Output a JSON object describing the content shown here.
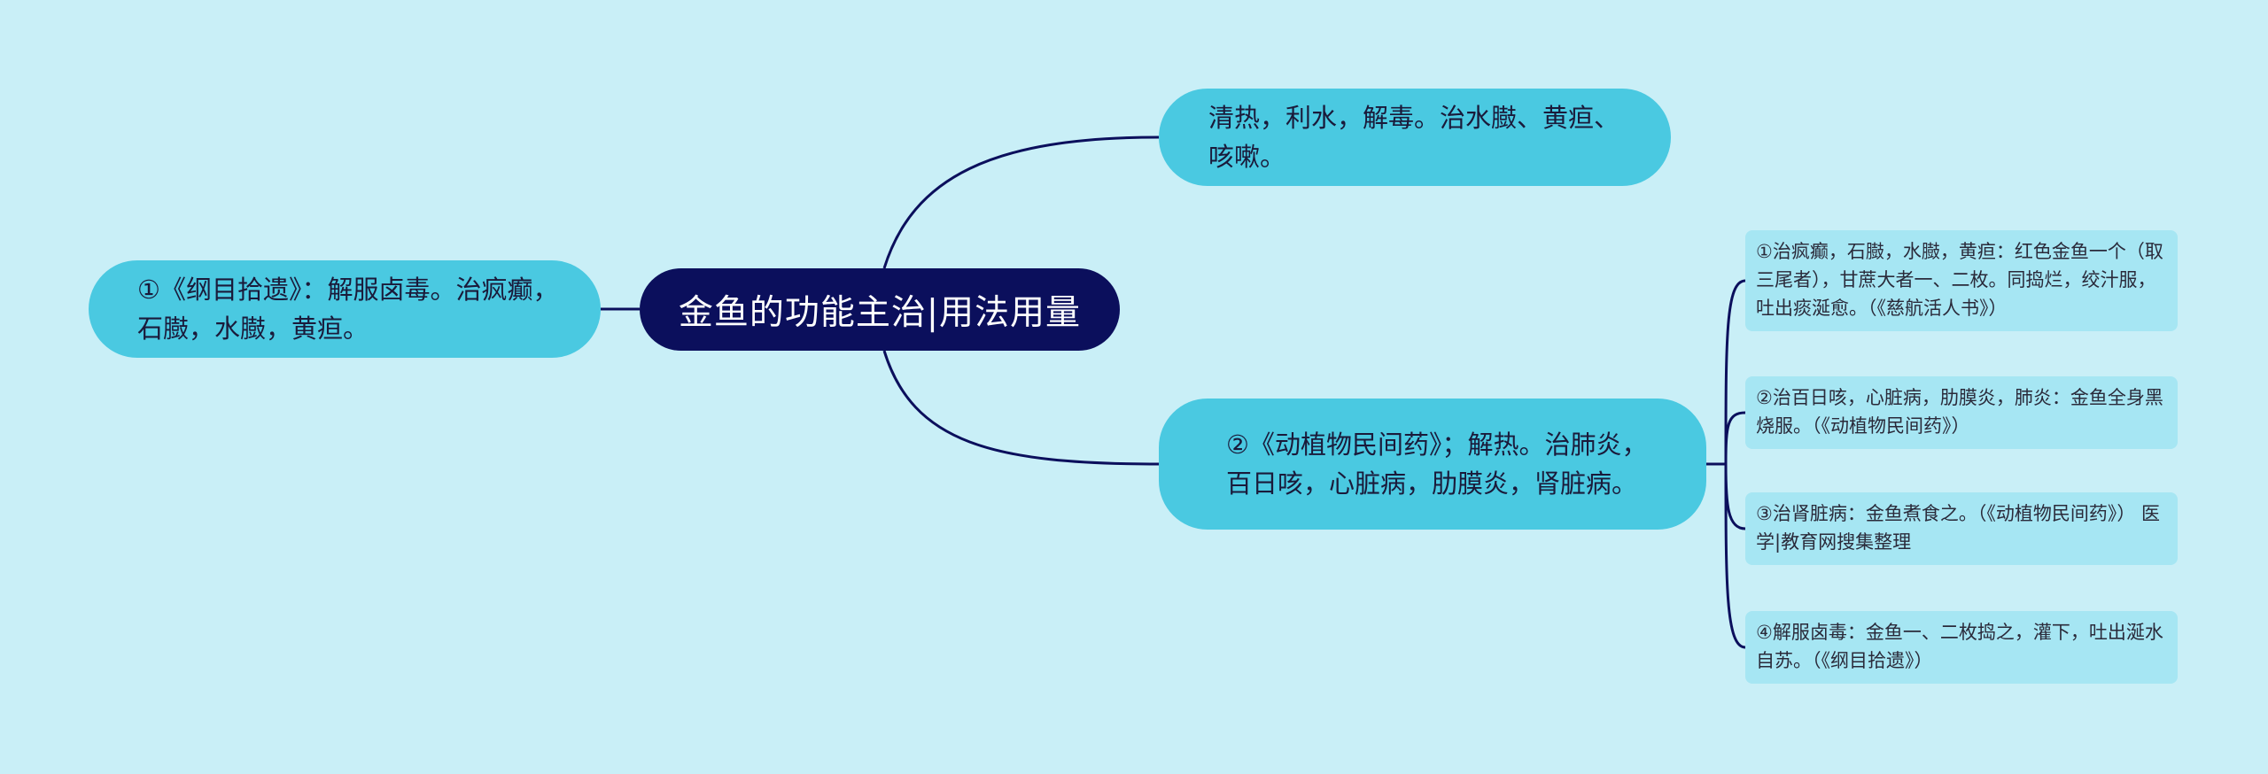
{
  "root": {
    "title": "金鱼的功能主治|用法用量"
  },
  "branches": {
    "left": "①《纲目拾遗》：解服卤毒。治疯癫，石臌，水臌，黄疸。",
    "top": "清热，利水，解毒。治水臌、黄疸、咳嗽。",
    "bottom": "②《动植物民间药》；解热。治肺炎，百日咳，心脏病，肋膜炎，肾脏病。"
  },
  "leaves": [
    "①治疯癫，石臌，水臌，黄疸：红色金鱼一个（取三尾者），甘蔗大者一、二枚。同捣烂，绞汁服，吐出痰涎愈。（《慈航活人书》）",
    "②治百日咳，心脏病，肋膜炎，肺炎：金鱼全身黑烧服。（《动植物民间药》）",
    "③治肾脏病：金鱼煮食之。（《动植物民间药》） 医学|教育网搜集整理",
    "④解服卤毒：金鱼一、二枚捣之，灌下，吐出涎水自苏。（《纲目拾遗》）"
  ],
  "colors": {
    "background": "#c9eff7",
    "root": "#0b0f5c",
    "branch": "#4ac9e1",
    "leaf": "#a6e6f3",
    "line": "#0b0f5c"
  }
}
